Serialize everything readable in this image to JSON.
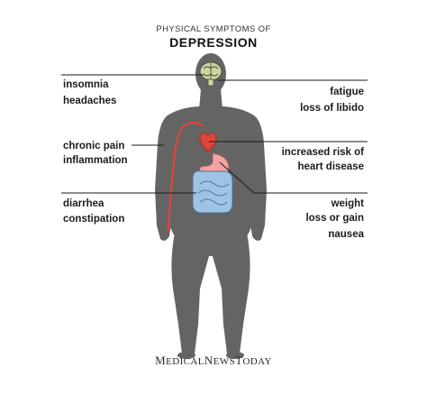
{
  "header": {
    "subtitle": "PHYSICAL SYMPTOMS OF",
    "title": "DEPRESSION"
  },
  "labels": {
    "insomnia": "insomnia",
    "headaches": "headaches",
    "fatigue": "fatigue",
    "libido": "loss of libido",
    "chronic_pain": "chronic pain",
    "inflammation": "inflammation",
    "heart_risk_1": "increased risk of",
    "heart_risk_2": "heart disease",
    "diarrhea": "diarrhea",
    "constipation": "constipation",
    "weight_1": "weight",
    "weight_2": "loss or gain",
    "nausea": "nausea"
  },
  "brand": {
    "m": "M",
    "edical": "EDICAL",
    "n": "N",
    "ews": "EWS",
    "t": "T",
    "oday": "ODAY"
  },
  "colors": {
    "body": "#646464",
    "organ_red": "#e0453a",
    "stomach": "#f2a3a3",
    "intestine": "#9fc4e3",
    "brain": "#c9d6a3",
    "line": "#1a1a1a"
  }
}
